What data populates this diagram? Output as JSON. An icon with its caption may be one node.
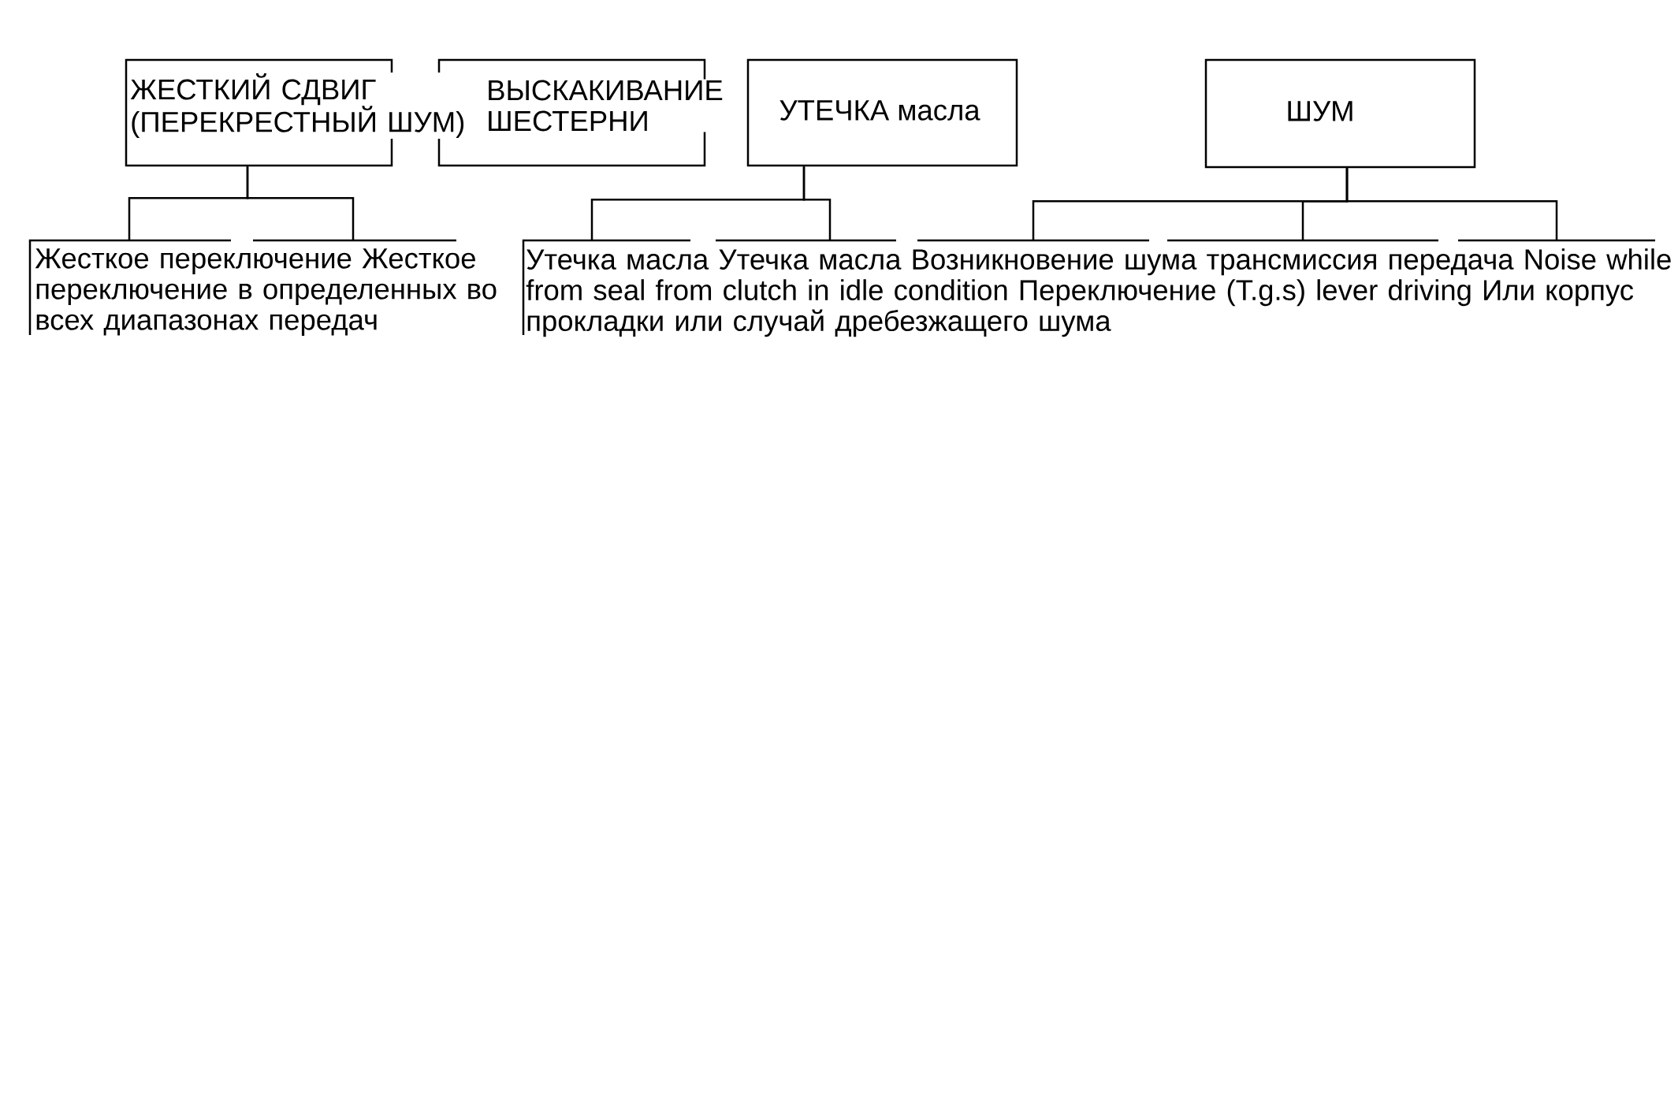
{
  "diagram": {
    "nodes": [
      {
        "text": [
          "ЖЕСТКИЙ СДВИГ (ПЕРЕКРЕСТНЫЙ ШУМ)"
        ]
      },
      {
        "text": [
          "ВЫСКАКИВАНИЕ ШЕСТЕРНИ"
        ]
      },
      {
        "text": [
          "УТЕЧКА масла"
        ]
      },
      {
        "text": [
          "ШУМ"
        ]
      },
      {
        "text": [],
        "shape": "box"
      },
      {
        "text": [],
        "shape": "box"
      },
      {
        "text": [],
        "shape": "box"
      },
      {
        "text": [],
        "shape": "box"
      },
      {
        "text": [],
        "shape": "box"
      },
      {
        "text": [],
        "shape": "box"
      },
      {
        "text": [],
        "shape": "box"
      }
    ],
    "edges": [
      {
        "from": 0,
        "to": 4,
        "arrow": "none"
      },
      {
        "from": 0,
        "to": 5,
        "arrow": "none"
      },
      {
        "from": 2,
        "to": 6,
        "arrow": "none"
      },
      {
        "from": 2,
        "to": 7,
        "arrow": "none"
      },
      {
        "from": 3,
        "to": 8,
        "arrow": "none"
      },
      {
        "from": 3,
        "to": 9,
        "arrow": "none"
      },
      {
        "from": 3,
        "to": 10,
        "arrow": "none"
      }
    ],
    "labels": [
      "Жесткое переключение Жесткое переключение в определенных во всех диапазонах передач",
      "Утечка масла Утечка масла Возникновение шума трансмиссия передача Noise while from seal from clutch in idle condition Переключение (T.g.s) lever driving Или корпус прокладки или случай дребезжащего шума"
    ]
  }
}
